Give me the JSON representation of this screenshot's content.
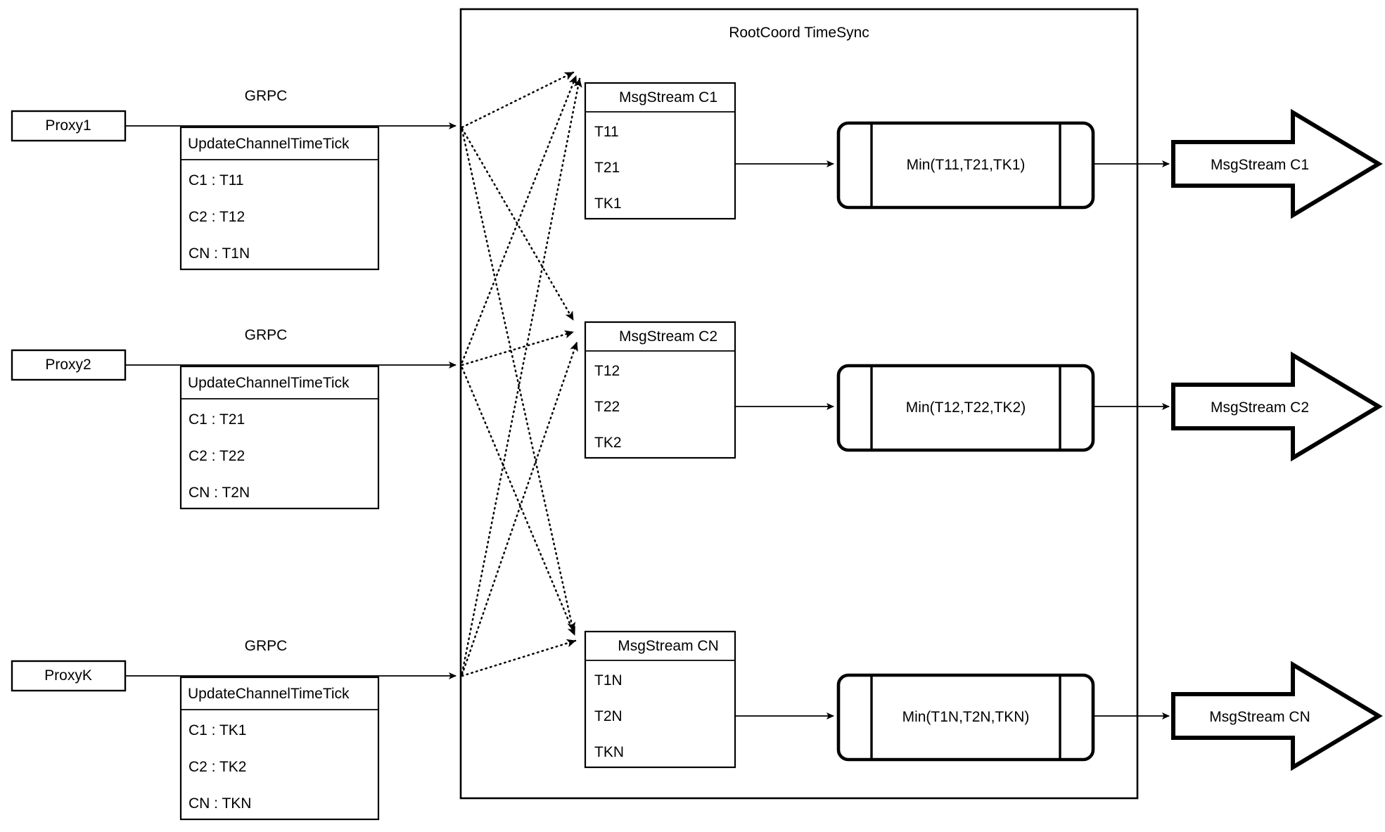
{
  "diagram": {
    "title": "RootCoord TimeSync",
    "container_name": "rootcoord-timesync-container"
  },
  "proxies": [
    {
      "name": "Proxy1",
      "link_label": "GRPC",
      "message": {
        "header": "UpdateChannelTimeTick",
        "rows": [
          "C1 :  T11",
          "C2 :  T12",
          "CN : T1N"
        ]
      }
    },
    {
      "name": "Proxy2",
      "link_label": "GRPC",
      "message": {
        "header": "UpdateChannelTimeTick",
        "rows": [
          "C1 :  T21",
          "C2 :  T22",
          "CN : T2N"
        ]
      }
    },
    {
      "name": "ProxyK",
      "link_label": "GRPC",
      "message": {
        "header": "UpdateChannelTimeTick",
        "rows": [
          "C1 :  TK1",
          "C2 :  TK2",
          "CN : TKN"
        ]
      }
    }
  ],
  "channels": [
    {
      "stream": {
        "header": "MsgStream C1",
        "rows": [
          "T11",
          "T21",
          "TK1"
        ]
      },
      "process": "Min(T11,T21,TK1)",
      "output": "MsgStream C1"
    },
    {
      "stream": {
        "header": "MsgStream C2",
        "rows": [
          "T12",
          "T22",
          "TK2"
        ]
      },
      "process": "Min(T12,T22,TK2)",
      "output": "MsgStream C2"
    },
    {
      "stream": {
        "header": "MsgStream CN",
        "rows": [
          "T1N",
          "T2N",
          "TKN"
        ]
      },
      "process": "Min(T1N,T2N,TKN)",
      "output": "MsgStream CN"
    }
  ],
  "colors": {
    "stroke": "#000000",
    "background": "#ffffff"
  }
}
